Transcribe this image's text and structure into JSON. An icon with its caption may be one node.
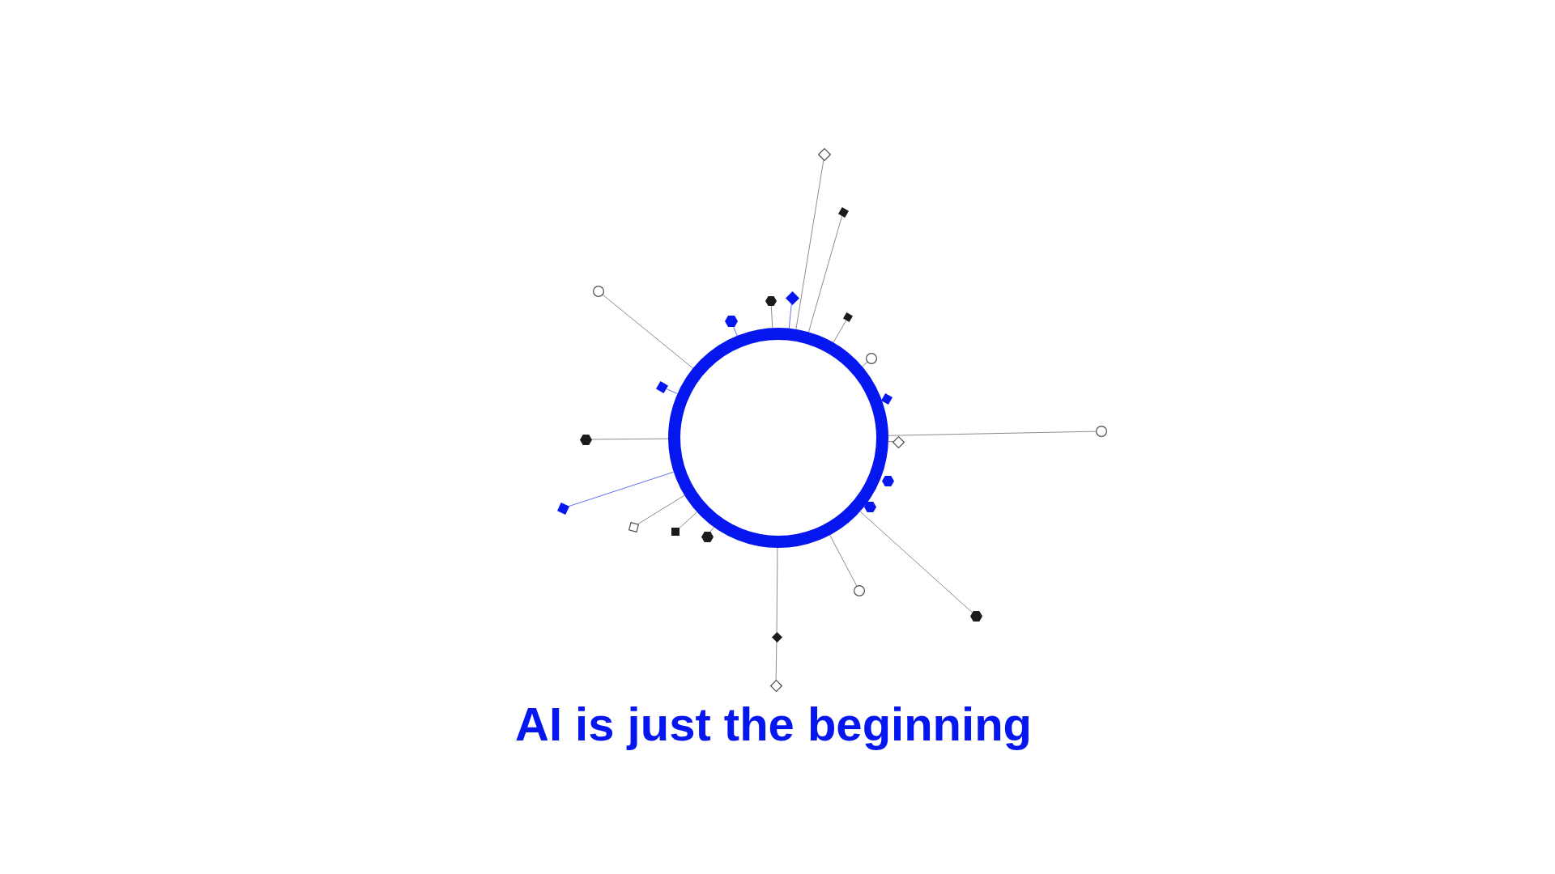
{
  "diagram": {
    "title": "AI is just the beginning",
    "nodes": [
      {
        "text": [],
        "shape": "circle"
      },
      {
        "text": [],
        "shape": "diamond"
      },
      {
        "text": [],
        "shape": "square"
      },
      {
        "text": [],
        "shape": "circle"
      },
      {
        "text": [],
        "shape": "diamond"
      },
      {
        "text": [],
        "shape": "hexagon"
      },
      {
        "text": [],
        "shape": "square"
      },
      {
        "text": [],
        "shape": "hexagon"
      },
      {
        "text": [],
        "shape": "circle"
      },
      {
        "text": [],
        "shape": "square"
      },
      {
        "text": [],
        "shape": "square"
      },
      {
        "text": [],
        "shape": "circle"
      },
      {
        "text": [],
        "shape": "hexagon"
      },
      {
        "text": [],
        "shape": "diamond"
      },
      {
        "text": [],
        "shape": "hexagon"
      },
      {
        "text": [],
        "shape": "hexagon"
      },
      {
        "text": [],
        "shape": "square"
      },
      {
        "text": [],
        "shape": "square"
      },
      {
        "text": [],
        "shape": "square"
      },
      {
        "text": [],
        "shape": "hexagon"
      },
      {
        "text": [],
        "shape": "circle"
      },
      {
        "text": [],
        "shape": "hexagon"
      },
      {
        "text": [],
        "shape": "diamond"
      },
      {
        "text": [],
        "shape": "diamond"
      }
    ],
    "edges": [
      {
        "from": 0,
        "to": 1,
        "arrow": "none"
      },
      {
        "from": 0,
        "to": 2,
        "arrow": "none"
      },
      {
        "from": 0,
        "to": 3,
        "arrow": "none"
      },
      {
        "from": 0,
        "to": 4,
        "arrow": "none",
        "color": "#6470f0"
      },
      {
        "from": 0,
        "to": 5,
        "arrow": "none"
      },
      {
        "from": 0,
        "to": 6,
        "arrow": "none"
      },
      {
        "from": 0,
        "to": 7,
        "arrow": "none",
        "color": "#6470f0"
      },
      {
        "from": 0,
        "to": 8,
        "arrow": "none"
      },
      {
        "from": 0,
        "to": 9,
        "arrow": "none",
        "color": "#6470f0"
      },
      {
        "from": 0,
        "to": 11,
        "arrow": "none"
      },
      {
        "from": 0,
        "to": 12,
        "arrow": "none"
      },
      {
        "from": 0,
        "to": 13,
        "arrow": "none"
      },
      {
        "from": 0,
        "to": 16,
        "arrow": "none",
        "color": "#6470f0"
      },
      {
        "from": 0,
        "to": 17,
        "arrow": "none"
      },
      {
        "from": 0,
        "to": 18,
        "arrow": "none"
      },
      {
        "from": 0,
        "to": 19,
        "arrow": "none"
      },
      {
        "from": 0,
        "to": 20,
        "arrow": "none"
      },
      {
        "from": 0,
        "to": 21,
        "arrow": "none"
      },
      {
        "from": 0,
        "to": 22,
        "arrow": "none"
      },
      {
        "from": 22,
        "to": 23,
        "arrow": "none"
      }
    ]
  }
}
